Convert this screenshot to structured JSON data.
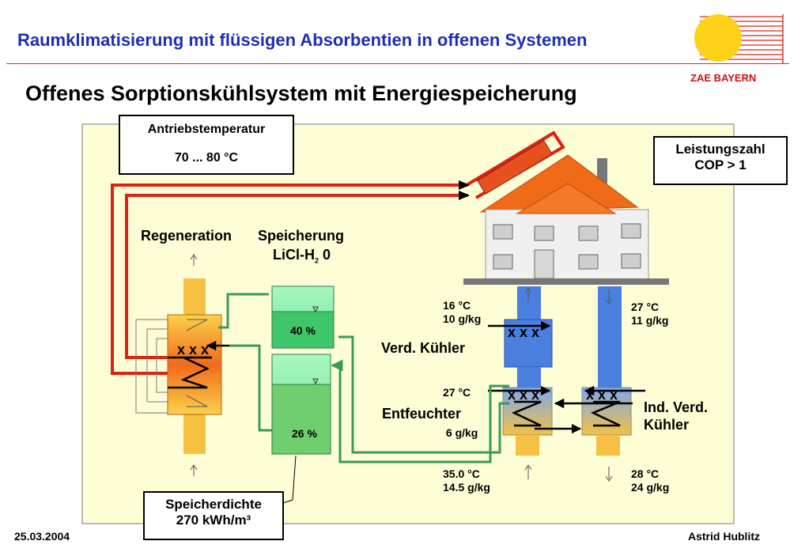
{
  "header": {
    "title": "Raumklimatisierung mit flüssigen Absorbentien in offenen Systemen",
    "org": "ZAE  BAYERN"
  },
  "slide_title": "Offenes Sorptionskühlsystem mit Energiespeicherung",
  "boxes": {
    "drive_temp_title": "Antriebstemperatur",
    "drive_temp_value": "70 ... 80 °C",
    "cop_title": "Leistungszahl",
    "cop_value": "COP > 1",
    "density_title": "Speicherdichte",
    "density_value": "270 kWh/m³"
  },
  "labels": {
    "regeneration": "Regeneration",
    "storage": "Speicherung",
    "licl_prefix": "LiCl-H",
    "licl_sub": "2",
    "licl_suffix": "0",
    "tank_top_pct": "40 %",
    "tank_bottom_pct": "26 %",
    "evap_cooler": "Verd. Kühler",
    "dehumidifier": "Entfeuchter",
    "ind_evap_cooler_1": "Ind. Verd.",
    "ind_evap_cooler_2": "Kühler"
  },
  "readouts": {
    "supply_top_temp": "16 °C",
    "supply_top_hum": "10 g/kg",
    "exhaust_top_temp": "27 °C",
    "exhaust_top_hum": "11 g/kg",
    "mid_temp": "27 °C",
    "mid_hum": " 6 g/kg",
    "inlet_temp": "35.0 °C",
    "inlet_hum": "14.5 g/kg",
    "outlet_temp": "28 °C",
    "outlet_hum": "24 g/kg"
  },
  "footer": {
    "date": "25.03.2004",
    "author": "Astrid Hublitz"
  },
  "colors": {
    "title_blue": "#1b2fb5",
    "accent_red": "#e02010",
    "panel_bg": "#fdfdd6",
    "pipe_green": "#3a9a5a",
    "duct_blue": "#4a7fe0",
    "duct_yellow": "#f6c042",
    "roof_orange": "#f06a18"
  }
}
